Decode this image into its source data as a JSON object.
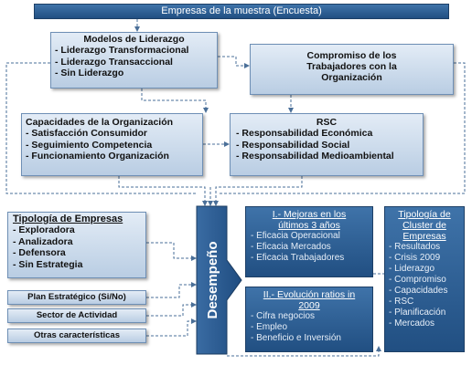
{
  "header": {
    "title": "Empresas de la muestra (Encuesta)"
  },
  "modelos": {
    "title": "Modelos de Liderazgo",
    "items": [
      "- Liderazgo Transformacional",
      "- Liderazgo Transaccional",
      "- Sin Liderazgo"
    ]
  },
  "compromiso": {
    "title": [
      "Compromiso de los",
      "Trabajadores con la",
      "Organización"
    ]
  },
  "capacidades": {
    "title": "Capacidades de la Organización",
    "items": [
      "- Satisfacción Consumidor",
      "- Seguimiento Competencia",
      "- Funcionamiento Organización"
    ]
  },
  "rsc": {
    "title": "RSC",
    "items": [
      "- Responsabilidad Económica",
      "- Responsabilidad Social",
      "- Responsabilidad Medioambiental"
    ]
  },
  "tipologia_empresas": {
    "title": "Tipología de Empresas",
    "items": [
      "- Exploradora",
      "- Analizadora",
      "- Defensora",
      "- Sin Estrategia"
    ]
  },
  "plan": {
    "label": "Plan Estratégico (Si/No)"
  },
  "sector": {
    "label": "Sector de Actividad"
  },
  "otras": {
    "label": "Otras características"
  },
  "desempeno": {
    "label": "Desempeño"
  },
  "mejoras": {
    "title": [
      "I.- Mejoras en los",
      "últimos 3 años"
    ],
    "items": [
      "- Eficacia Operacional",
      "- Eficacia Mercados",
      "- Eficacia Trabajadores"
    ]
  },
  "evolucion": {
    "title": [
      "II.- Evolución ratios in",
      "2009"
    ],
    "items": [
      "- Cifra negocios",
      "- Empleo",
      "- Beneficio e Inversión"
    ]
  },
  "cluster": {
    "title": [
      "Tipología de",
      "Cluster de",
      "Empresas"
    ],
    "items": [
      "- Resultados",
      "- Crisis 2009",
      "- Liderazgo",
      "- Compromiso",
      "- Capacidades",
      "- RSC",
      "- Planificación",
      "- Mercados"
    ]
  },
  "colors": {
    "dark_blue": "#2b5b92",
    "light_blue": "#c9d9ec",
    "connector": "#4a6f98"
  }
}
